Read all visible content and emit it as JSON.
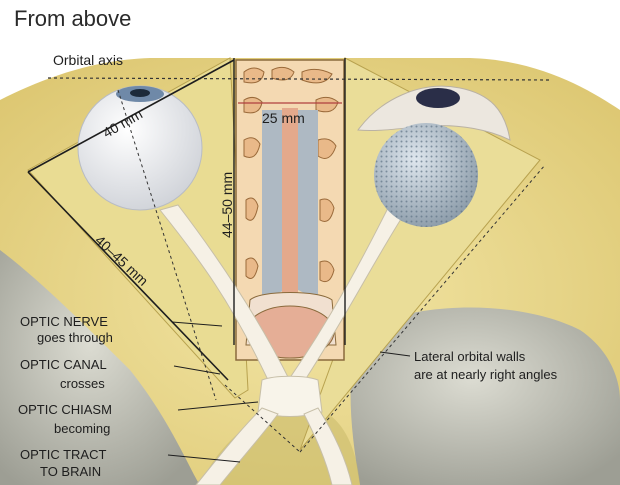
{
  "title": "From above",
  "orbital_axis_label": "Orbital axis",
  "measurements": {
    "eye_depth": "40 mm",
    "interorbital_width": "25 mm",
    "orbit_height": "44–50 mm",
    "lateral_wall": "40–45 mm"
  },
  "left_labels": [
    "OPTIC NERVE",
    "goes through",
    "OPTIC CANAL",
    "crosses",
    "OPTIC CHIASM",
    "becoming",
    "OPTIC TRACT",
    "TO BRAIN"
  ],
  "right_label": {
    "line1": "Lateral orbital walls",
    "line2": "are at nearly right angles"
  }
}
